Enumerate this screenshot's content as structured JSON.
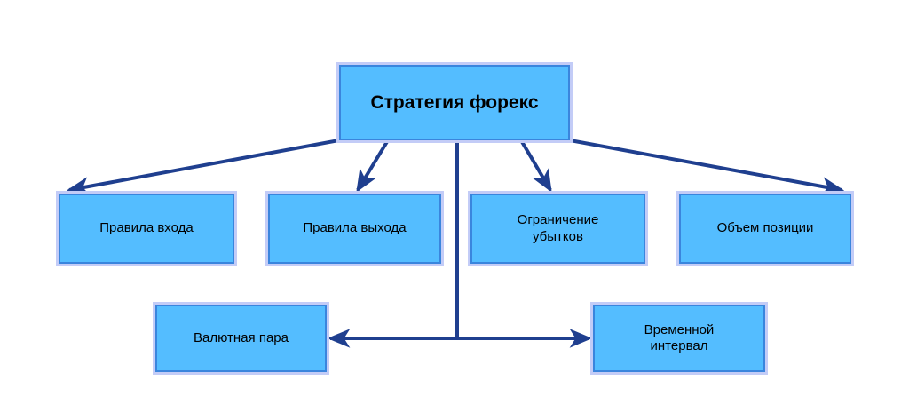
{
  "diagram": {
    "type": "tree-diagram",
    "colors": {
      "node_fill": "#54bdff",
      "node_border": "#3a85dd",
      "node_glow": "#c3ccf7",
      "connector": "#1f3f8f",
      "text": "#000000",
      "background": "#ffffff"
    },
    "root": {
      "label": "Стратегия форекс"
    },
    "children": [
      {
        "label": "Правила входа"
      },
      {
        "label": "Правила выхода"
      },
      {
        "label": "Ограничение\nубытков"
      },
      {
        "label": "Объем позиции"
      }
    ],
    "bottom": [
      {
        "label": "Валютная пара"
      },
      {
        "label": "Временной\nинтервал"
      }
    ],
    "connectors": [
      {
        "name": "root-to-entry",
        "kind": "arrow-single"
      },
      {
        "name": "root-to-exit",
        "kind": "arrow-single"
      },
      {
        "name": "root-to-stoploss",
        "kind": "arrow-single"
      },
      {
        "name": "root-to-volume",
        "kind": "arrow-single"
      },
      {
        "name": "root-to-pair-timeframe-stem",
        "kind": "line"
      },
      {
        "name": "pair-to-timeframe",
        "kind": "arrow-double"
      }
    ]
  }
}
